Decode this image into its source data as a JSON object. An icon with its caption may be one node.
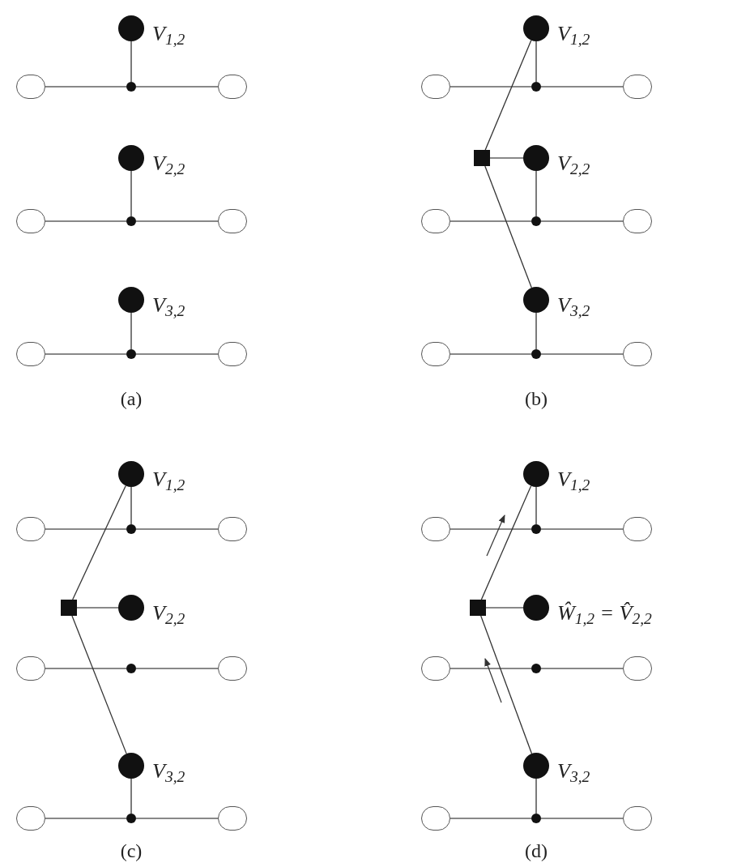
{
  "diagram": {
    "nodes": [
      {
        "text": [],
        "shape": "circle",
        "beside": [
          "V$_{1,2}$"
        ]
      },
      {
        "text": [],
        "shape": "circle"
      },
      {
        "text": [],
        "shape": "circle"
      },
      {
        "text": [],
        "shape": "circle"
      },
      {
        "text": [],
        "shape": "circle",
        "beside": [
          "V$_{2,2}$"
        ]
      },
      {
        "text": [],
        "shape": "circle"
      },
      {
        "text": [],
        "shape": "circle"
      },
      {
        "text": [],
        "shape": "circle"
      },
      {
        "text": [],
        "shape": "circle",
        "beside": [
          "V$_{3,2}$"
        ]
      },
      {
        "text": [],
        "shape": "circle"
      },
      {
        "text": [],
        "shape": "circle"
      },
      {
        "text": [],
        "shape": "circle"
      },
      {
        "text": [],
        "shape": "circle",
        "beside": [
          "V$_{1,2}$"
        ]
      },
      {
        "text": [],
        "shape": "circle"
      },
      {
        "text": [],
        "shape": "circle"
      },
      {
        "text": [],
        "shape": "circle"
      },
      {
        "text": [],
        "shape": "circle",
        "beside": [
          "V$_{2,2}$"
        ]
      },
      {
        "text": [],
        "shape": "circle"
      },
      {
        "text": [],
        "shape": "circle"
      },
      {
        "text": [],
        "shape": "circle"
      },
      {
        "text": [],
        "shape": "circle",
        "beside": [
          "V$_{3,2}$"
        ]
      },
      {
        "text": [],
        "shape": "circle"
      },
      {
        "text": [],
        "shape": "circle"
      },
      {
        "text": [],
        "shape": "circle"
      },
      {
        "text": [],
        "shape": "box"
      },
      {
        "text": [],
        "shape": "circle",
        "beside": [
          "V$_{1,2}$"
        ]
      },
      {
        "text": [],
        "shape": "circle"
      },
      {
        "text": [],
        "shape": "circle"
      },
      {
        "text": [],
        "shape": "circle"
      },
      {
        "text": [],
        "shape": "circle",
        "beside": [
          "V$_{2,2}$"
        ]
      },
      {
        "text": [],
        "shape": "circle"
      },
      {
        "text": [],
        "shape": "circle"
      },
      {
        "text": [],
        "shape": "circle"
      },
      {
        "text": [],
        "shape": "circle",
        "beside": [
          "V$_{3,2}$"
        ]
      },
      {
        "text": [],
        "shape": "circle"
      },
      {
        "text": [],
        "shape": "circle"
      },
      {
        "text": [],
        "shape": "circle"
      },
      {
        "text": [],
        "shape": "box"
      },
      {
        "text": [],
        "shape": "circle",
        "beside": [
          "V$_{1,2}$"
        ]
      },
      {
        "text": [],
        "shape": "circle"
      },
      {
        "text": [],
        "shape": "circle"
      },
      {
        "text": [],
        "shape": "circle"
      },
      {
        "text": [],
        "shape": "circle",
        "beside": [
          "Ŵ$_{1,2}$ = V̂$_{2,2}$"
        ]
      },
      {
        "text": [],
        "shape": "circle"
      },
      {
        "text": [],
        "shape": "circle"
      },
      {
        "text": [],
        "shape": "circle"
      },
      {
        "text": [],
        "shape": "circle",
        "beside": [
          "V$_{3,2}$"
        ]
      },
      {
        "text": [],
        "shape": "circle"
      },
      {
        "text": [],
        "shape": "circle"
      },
      {
        "text": [],
        "shape": "circle"
      },
      {
        "text": [],
        "shape": "box"
      }
    ],
    "edges": [
      {
        "from": 1,
        "to": 2,
        "arrow": "none"
      },
      {
        "from": 2,
        "to": 3,
        "arrow": "none"
      },
      {
        "from": 0,
        "to": 2,
        "arrow": "none"
      },
      {
        "from": 5,
        "to": 6,
        "arrow": "none"
      },
      {
        "from": 6,
        "to": 7,
        "arrow": "none"
      },
      {
        "from": 4,
        "to": 6,
        "arrow": "none"
      },
      {
        "from": 9,
        "to": 10,
        "arrow": "none"
      },
      {
        "from": 10,
        "to": 11,
        "arrow": "none"
      },
      {
        "from": 8,
        "to": 10,
        "arrow": "none"
      },
      {
        "from": 13,
        "to": 14,
        "arrow": "none"
      },
      {
        "from": 14,
        "to": 15,
        "arrow": "none"
      },
      {
        "from": 12,
        "to": 14,
        "arrow": "none"
      },
      {
        "from": 17,
        "to": 18,
        "arrow": "none"
      },
      {
        "from": 18,
        "to": 19,
        "arrow": "none"
      },
      {
        "from": 16,
        "to": 18,
        "arrow": "none"
      },
      {
        "from": 21,
        "to": 22,
        "arrow": "none"
      },
      {
        "from": 22,
        "to": 23,
        "arrow": "none"
      },
      {
        "from": 20,
        "to": 22,
        "arrow": "none"
      },
      {
        "from": 24,
        "to": 12,
        "arrow": "none"
      },
      {
        "from": 24,
        "to": 16,
        "arrow": "none"
      },
      {
        "from": 24,
        "to": 20,
        "arrow": "none"
      },
      {
        "from": 26,
        "to": 27,
        "arrow": "none"
      },
      {
        "from": 27,
        "to": 28,
        "arrow": "none"
      },
      {
        "from": 25,
        "to": 27,
        "arrow": "none"
      },
      {
        "from": 30,
        "to": 31,
        "arrow": "none"
      },
      {
        "from": 31,
        "to": 32,
        "arrow": "none"
      },
      {
        "from": 34,
        "to": 35,
        "arrow": "none"
      },
      {
        "from": 35,
        "to": 36,
        "arrow": "none"
      },
      {
        "from": 33,
        "to": 35,
        "arrow": "none"
      },
      {
        "from": 37,
        "to": 25,
        "arrow": "none"
      },
      {
        "from": 37,
        "to": 29,
        "arrow": "none"
      },
      {
        "from": 37,
        "to": 33,
        "arrow": "none"
      },
      {
        "from": 39,
        "to": 40,
        "arrow": "none"
      },
      {
        "from": 40,
        "to": 41,
        "arrow": "none"
      },
      {
        "from": 38,
        "to": 40,
        "arrow": "none"
      },
      {
        "from": 43,
        "to": 44,
        "arrow": "none"
      },
      {
        "from": 44,
        "to": 45,
        "arrow": "none"
      },
      {
        "from": 47,
        "to": 48,
        "arrow": "none"
      },
      {
        "from": 48,
        "to": 49,
        "arrow": "none"
      },
      {
        "from": 46,
        "to": 48,
        "arrow": "none"
      },
      {
        "from": 50,
        "to": 38,
        "arrow": "none"
      },
      {
        "from": 50,
        "to": 42,
        "arrow": "none"
      },
      {
        "from": 50,
        "to": 46,
        "arrow": "none"
      }
    ],
    "labels": [
      "(a)",
      "(b)",
      "(c)",
      "(d)"
    ]
  }
}
